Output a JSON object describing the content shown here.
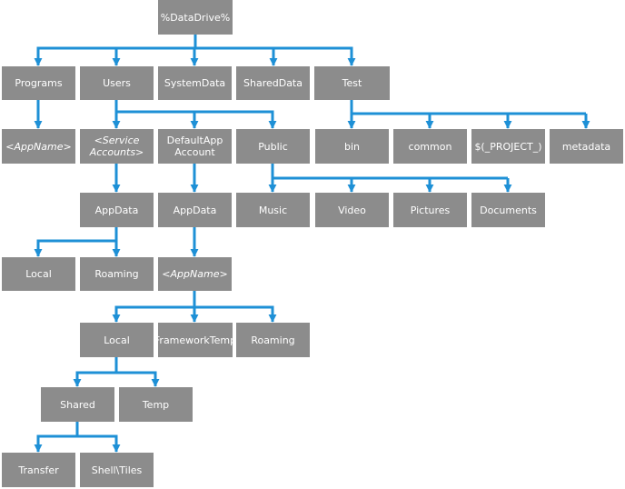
{
  "diagram": {
    "edge_color": "#1e90d6",
    "node_color": "#8c8c8c",
    "nodes": {
      "datadrive": {
        "label": "%DataDrive%"
      },
      "programs": {
        "label": "Programs"
      },
      "users": {
        "label": "Users"
      },
      "systemdata": {
        "label": "SystemData"
      },
      "shareddata": {
        "label": "SharedData"
      },
      "test": {
        "label": "Test"
      },
      "appname1": {
        "label": "<AppName>"
      },
      "service_accounts": {
        "label": "<Service\nAccounts>"
      },
      "defaultapp_account": {
        "label": "DefaultApp\nAccount"
      },
      "public": {
        "label": "Public"
      },
      "bin": {
        "label": "bin"
      },
      "common": {
        "label": "common"
      },
      "project": {
        "label": "$(_PROJECT_)"
      },
      "metadata": {
        "label": "metadata"
      },
      "appdata1": {
        "label": "AppData"
      },
      "appdata2": {
        "label": "AppData"
      },
      "music": {
        "label": "Music"
      },
      "video": {
        "label": "Video"
      },
      "pictures": {
        "label": "Pictures"
      },
      "documents": {
        "label": "Documents"
      },
      "local1": {
        "label": "Local"
      },
      "roaming1": {
        "label": "Roaming"
      },
      "appname2": {
        "label": "<AppName>"
      },
      "local2": {
        "label": "Local"
      },
      "frameworktemp": {
        "label": "FrameworkTemp"
      },
      "roaming2": {
        "label": "Roaming"
      },
      "shared": {
        "label": "Shared"
      },
      "temp": {
        "label": "Temp"
      },
      "transfer": {
        "label": "Transfer"
      },
      "shelltiles": {
        "label": "Shell\\Tiles"
      }
    }
  }
}
